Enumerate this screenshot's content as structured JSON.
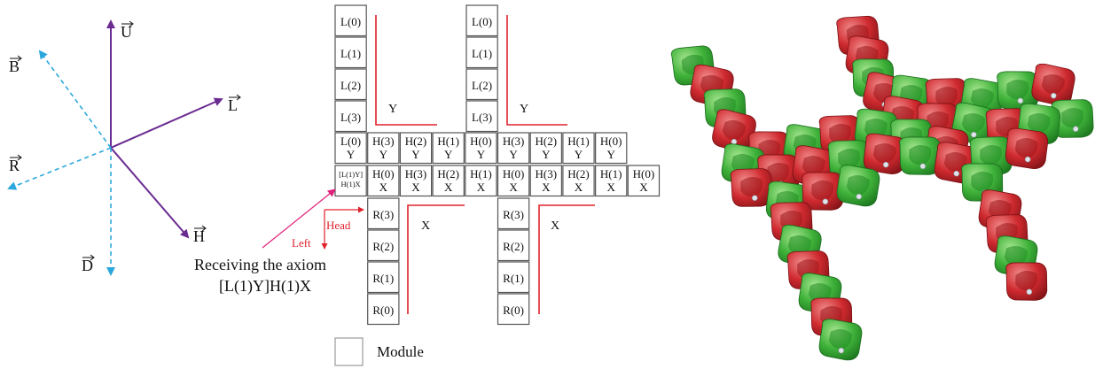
{
  "compass": {
    "U": "U",
    "B": "B",
    "L": "L",
    "R": "R",
    "H": "H",
    "D": "D",
    "solid_color": "#6a2c91",
    "dashed_color": "#2aa7dc"
  },
  "grid": {
    "left_column_L": [
      "L(0)",
      "L(1)",
      "L(2)",
      "L(3)"
    ],
    "right_column_L": [
      "L(0)",
      "L(1)",
      "L(2)",
      "L(3)"
    ],
    "y_row": [
      [
        "L(0)",
        "Y"
      ],
      [
        "H(3)",
        "Y"
      ],
      [
        "H(2)",
        "Y"
      ],
      [
        "H(1)",
        "Y"
      ],
      [
        "H(0)",
        "Y"
      ],
      [
        "H(3)",
        "Y"
      ],
      [
        "H(2)",
        "Y"
      ],
      [
        "H(1)",
        "Y"
      ],
      [
        "H(0)",
        "Y"
      ]
    ],
    "x_row_first": [
      "[L(1)Y]",
      "H(1)X"
    ],
    "x_row": [
      [
        "H(0)",
        "X"
      ],
      [
        "H(3)",
        "X"
      ],
      [
        "H(2)",
        "X"
      ],
      [
        "H(1)",
        "X"
      ],
      [
        "H(0)",
        "X"
      ],
      [
        "H(3)",
        "X"
      ],
      [
        "H(2)",
        "X"
      ],
      [
        "H(1)",
        "X"
      ],
      [
        "H(0)",
        "X"
      ]
    ],
    "left_column_R": [
      "R(3)",
      "R(2)",
      "R(1)",
      "R(0)"
    ],
    "right_column_R": [
      "R(3)",
      "R(2)",
      "R(1)",
      "R(0)"
    ],
    "axis_y_left": "Y",
    "axis_y_right": "Y",
    "axis_x_left": "X",
    "axis_x_right": "X",
    "line_color": "#e0202c"
  },
  "annotations": {
    "head": "Head",
    "left": "Left",
    "receiving_line1": "Receiving the axiom",
    "receiving_line2": "[L(1)Y]H(1)X",
    "arrow_color": "#e0207a"
  },
  "legend": {
    "module": "Module"
  },
  "render": {
    "green": "#2fa531",
    "green_light": "#7dd36a",
    "red": "#c42128",
    "red_light": "#e86a6a"
  }
}
